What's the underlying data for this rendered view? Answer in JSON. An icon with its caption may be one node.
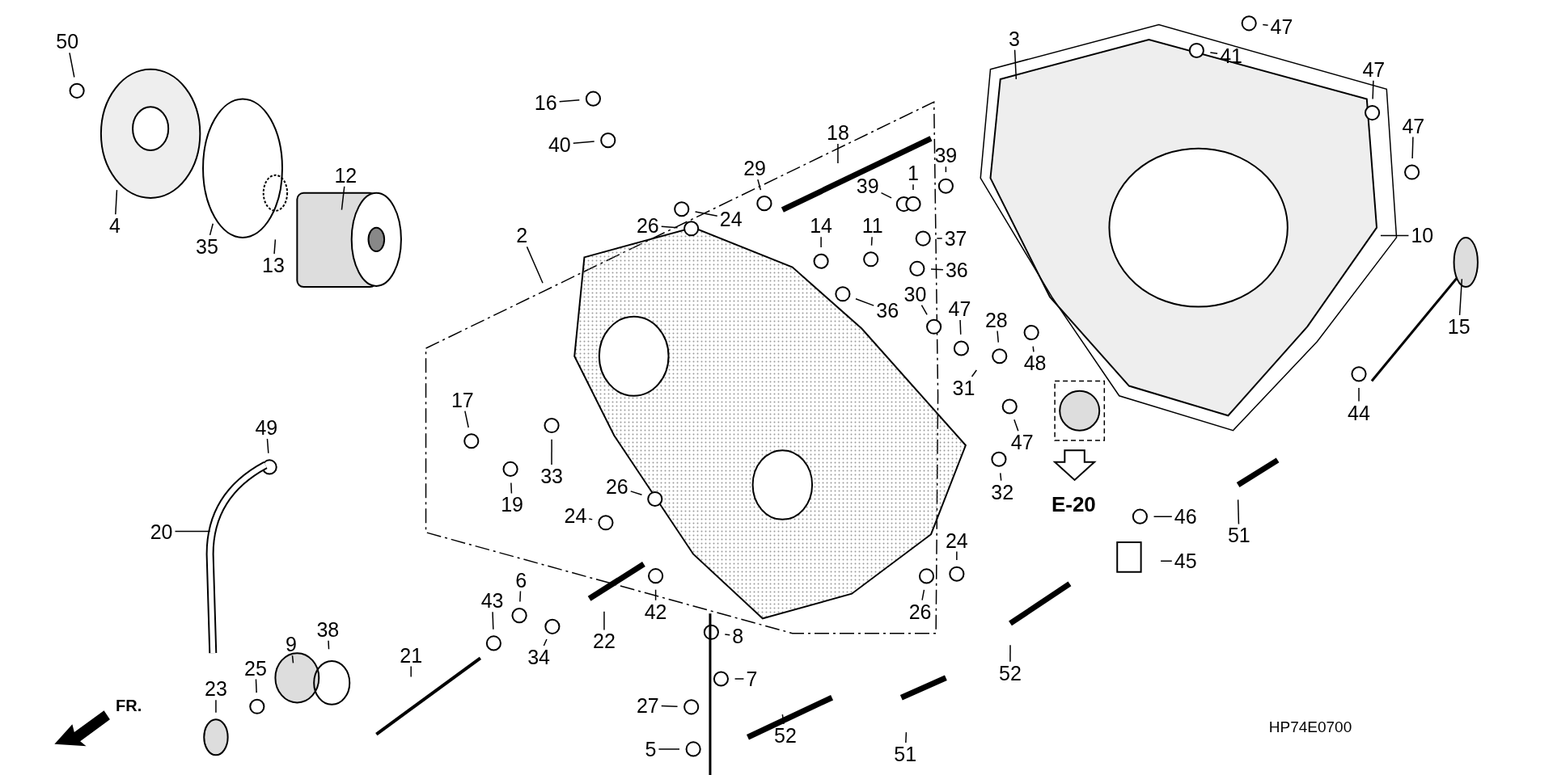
{
  "diagram": {
    "nodes": [
      {
        "text": [
          "50"
        ]
      },
      {
        "text": [
          "4"
        ]
      },
      {
        "text": [
          "35"
        ]
      },
      {
        "text": [
          "13"
        ]
      },
      {
        "text": [
          "12"
        ]
      },
      {
        "text": [
          "16"
        ]
      },
      {
        "text": [
          "40"
        ]
      },
      {
        "text": [
          "18"
        ]
      },
      {
        "text": [
          "29"
        ]
      },
      {
        "text": [
          "24"
        ]
      },
      {
        "text": [
          "26"
        ]
      },
      {
        "text": [
          "2"
        ]
      },
      {
        "text": [
          "39"
        ]
      },
      {
        "text": [
          "1"
        ]
      },
      {
        "text": [
          "39"
        ]
      },
      {
        "text": [
          "14"
        ]
      },
      {
        "text": [
          "11"
        ]
      },
      {
        "text": [
          "37"
        ]
      },
      {
        "text": [
          "36"
        ]
      },
      {
        "text": [
          "36"
        ]
      },
      {
        "text": [
          "30"
        ]
      },
      {
        "text": [
          "47"
        ]
      },
      {
        "text": [
          "28"
        ]
      },
      {
        "text": [
          "48"
        ]
      },
      {
        "text": [
          "31"
        ]
      },
      {
        "text": [
          "47"
        ]
      },
      {
        "text": [
          "32"
        ]
      },
      {
        "text": [
          "3"
        ]
      },
      {
        "text": [
          "47"
        ]
      },
      {
        "text": [
          "41"
        ]
      },
      {
        "text": [
          "47"
        ]
      },
      {
        "text": [
          "47"
        ]
      },
      {
        "text": [
          "10"
        ]
      },
      {
        "text": [
          "15"
        ]
      },
      {
        "text": [
          "44"
        ]
      },
      {
        "text": [
          "17"
        ]
      },
      {
        "text": [
          "49"
        ]
      },
      {
        "text": [
          "19"
        ]
      },
      {
        "text": [
          "33"
        ]
      },
      {
        "text": [
          "26"
        ]
      },
      {
        "text": [
          "24"
        ]
      },
      {
        "text": [
          "20"
        ]
      },
      {
        "text": [
          "46"
        ]
      },
      {
        "text": [
          "45"
        ]
      },
      {
        "text": [
          "51"
        ]
      },
      {
        "text": [
          "24"
        ]
      },
      {
        "text": [
          "26"
        ]
      },
      {
        "text": [
          "6"
        ]
      },
      {
        "text": [
          "43"
        ]
      },
      {
        "text": [
          "22"
        ]
      },
      {
        "text": [
          "42"
        ]
      },
      {
        "text": [
          "34"
        ]
      },
      {
        "text": [
          "8"
        ]
      },
      {
        "text": [
          "7"
        ]
      },
      {
        "text": [
          "27"
        ]
      },
      {
        "text": [
          "5"
        ]
      },
      {
        "text": [
          "52"
        ]
      },
      {
        "text": [
          "51"
        ]
      },
      {
        "text": [
          "52"
        ]
      },
      {
        "text": [
          "21"
        ]
      },
      {
        "text": [
          "38"
        ]
      },
      {
        "text": [
          "9"
        ]
      },
      {
        "text": [
          "25"
        ]
      },
      {
        "text": [
          "23"
        ]
      }
    ],
    "edges": [
      {
        "from": 0,
        "to": null,
        "arrow": "none"
      },
      {
        "from": 1,
        "to": null,
        "arrow": "none"
      },
      {
        "from": 2,
        "to": null,
        "arrow": "none"
      },
      {
        "from": 3,
        "to": null,
        "arrow": "none"
      },
      {
        "from": 4,
        "to": null,
        "arrow": "none"
      },
      {
        "from": 5,
        "to": null,
        "arrow": "none"
      },
      {
        "from": 6,
        "to": null,
        "arrow": "none"
      },
      {
        "from": 7,
        "to": null,
        "arrow": "none"
      },
      {
        "from": 8,
        "to": null,
        "arrow": "none"
      },
      {
        "from": 9,
        "to": null,
        "arrow": "none"
      },
      {
        "from": 10,
        "to": null,
        "arrow": "none"
      },
      {
        "from": 11,
        "to": null,
        "arrow": "none"
      },
      {
        "from": 12,
        "to": null,
        "arrow": "none"
      },
      {
        "from": 13,
        "to": null,
        "arrow": "none"
      },
      {
        "from": 14,
        "to": null,
        "arrow": "none"
      },
      {
        "from": 15,
        "to": null,
        "arrow": "none"
      },
      {
        "from": 16,
        "to": null,
        "arrow": "none"
      },
      {
        "from": 17,
        "to": null,
        "arrow": "none"
      },
      {
        "from": 18,
        "to": null,
        "arrow": "none"
      },
      {
        "from": 19,
        "to": null,
        "arrow": "none"
      },
      {
        "from": 20,
        "to": null,
        "arrow": "none"
      },
      {
        "from": 21,
        "to": null,
        "arrow": "none"
      },
      {
        "from": 22,
        "to": null,
        "arrow": "none"
      },
      {
        "from": 23,
        "to": null,
        "arrow": "none"
      },
      {
        "from": 24,
        "to": null,
        "arrow": "none"
      },
      {
        "from": 25,
        "to": null,
        "arrow": "none"
      },
      {
        "from": 26,
        "to": null,
        "arrow": "none"
      },
      {
        "from": 27,
        "to": null,
        "arrow": "none"
      },
      {
        "from": 28,
        "to": null,
        "arrow": "none"
      },
      {
        "from": 29,
        "to": null,
        "arrow": "none"
      },
      {
        "from": 30,
        "to": null,
        "arrow": "none"
      },
      {
        "from": 31,
        "to": null,
        "arrow": "none"
      },
      {
        "from": 32,
        "to": null,
        "arrow": "none"
      },
      {
        "from": 33,
        "to": null,
        "arrow": "none"
      },
      {
        "from": 34,
        "to": null,
        "arrow": "none"
      },
      {
        "from": 35,
        "to": null,
        "arrow": "none"
      },
      {
        "from": 36,
        "to": null,
        "arrow": "none"
      },
      {
        "from": 37,
        "to": null,
        "arrow": "none"
      },
      {
        "from": 38,
        "to": null,
        "arrow": "none"
      },
      {
        "from": 39,
        "to": null,
        "arrow": "none"
      },
      {
        "from": 40,
        "to": null,
        "arrow": "none"
      },
      {
        "from": 41,
        "to": null,
        "arrow": "none"
      },
      {
        "from": 42,
        "to": null,
        "arrow": "none"
      },
      {
        "from": 43,
        "to": null,
        "arrow": "none"
      },
      {
        "from": 44,
        "to": null,
        "arrow": "none"
      },
      {
        "from": 45,
        "to": null,
        "arrow": "none"
      },
      {
        "from": 46,
        "to": null,
        "arrow": "none"
      },
      {
        "from": 47,
        "to": null,
        "arrow": "none"
      },
      {
        "from": 48,
        "to": null,
        "arrow": "none"
      },
      {
        "from": 49,
        "to": null,
        "arrow": "none"
      },
      {
        "from": 50,
        "to": null,
        "arrow": "none"
      },
      {
        "from": 51,
        "to": null,
        "arrow": "none"
      },
      {
        "from": 52,
        "to": null,
        "arrow": "none"
      },
      {
        "from": 53,
        "to": null,
        "arrow": "none"
      },
      {
        "from": 54,
        "to": null,
        "arrow": "none"
      },
      {
        "from": 55,
        "to": null,
        "arrow": "none"
      },
      {
        "from": 56,
        "to": null,
        "arrow": "none"
      },
      {
        "from": 57,
        "to": null,
        "arrow": "none"
      },
      {
        "from": 58,
        "to": null,
        "arrow": "none"
      },
      {
        "from": 59,
        "to": null,
        "arrow": "none"
      },
      {
        "from": 60,
        "to": null,
        "arrow": "none"
      },
      {
        "from": 61,
        "to": null,
        "arrow": "none"
      },
      {
        "from": 62,
        "to": null,
        "arrow": "none"
      },
      {
        "from": 63,
        "to": null,
        "arrow": "none"
      }
    ],
    "labels": [
      "E-20",
      "FR.",
      "HP74E0700"
    ]
  }
}
